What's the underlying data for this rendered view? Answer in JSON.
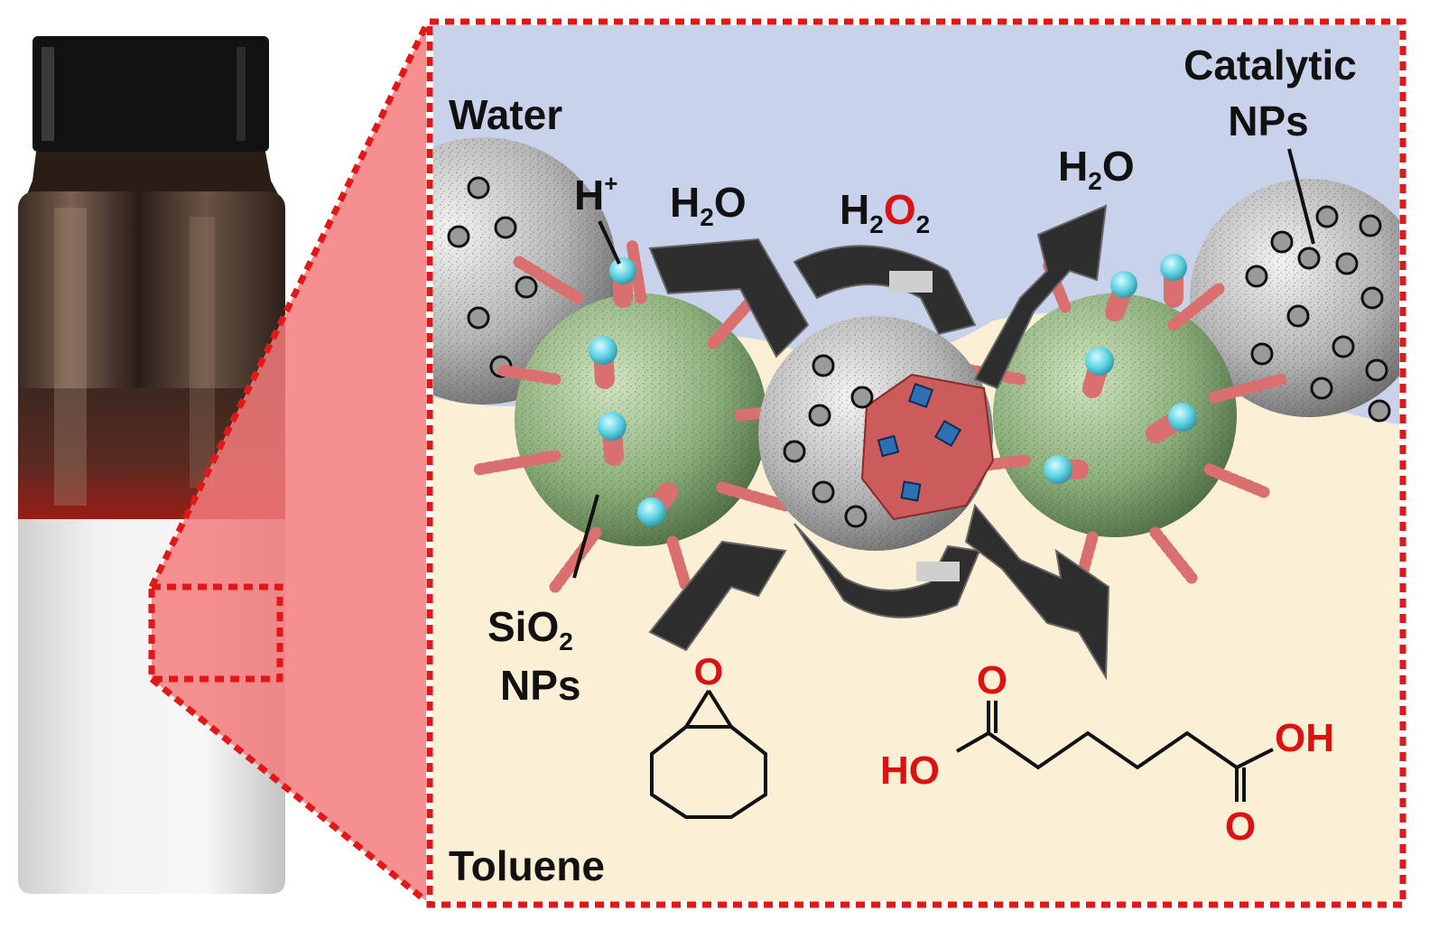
{
  "labels": {
    "water": "Water",
    "toluene": "Toluene",
    "catalytic_line1": "Catalytic",
    "catalytic_line2": "NPs",
    "sio2_main": "SiO",
    "sio2_sub": "2",
    "sio2_line2": "NPs",
    "h_plus_main": "H",
    "h_plus_sup": "+",
    "h2o_left_h": "H",
    "h2o_left_sub": "2",
    "h2o_left_o": "O",
    "h2o_right_h": "H",
    "h2o_right_sub": "2",
    "h2o_right_o": "O",
    "h2o2_h": "H",
    "h2o2_sub1": "2",
    "h2o2_o": "O",
    "h2o2_sub2": "2",
    "epoxide_o": "O",
    "acid_ho": "HO",
    "acid_oh": "OH",
    "acid_o_top": "O",
    "acid_o_bottom": "O"
  },
  "colors": {
    "water_phase": "#c8d2ea",
    "toluene_phase": "#fbefd5",
    "frame_red": "#e01818",
    "zoom_wedge": "#f47b7b",
    "arrow_dark": "#2e2e2e",
    "silica_green": "#8cb07a",
    "catalytic_gray": "#bdbdbd",
    "ligand_salmon": "#d96f6f",
    "proton_cyan": "#5fd3e3",
    "oxygen_red": "#dd1111"
  }
}
